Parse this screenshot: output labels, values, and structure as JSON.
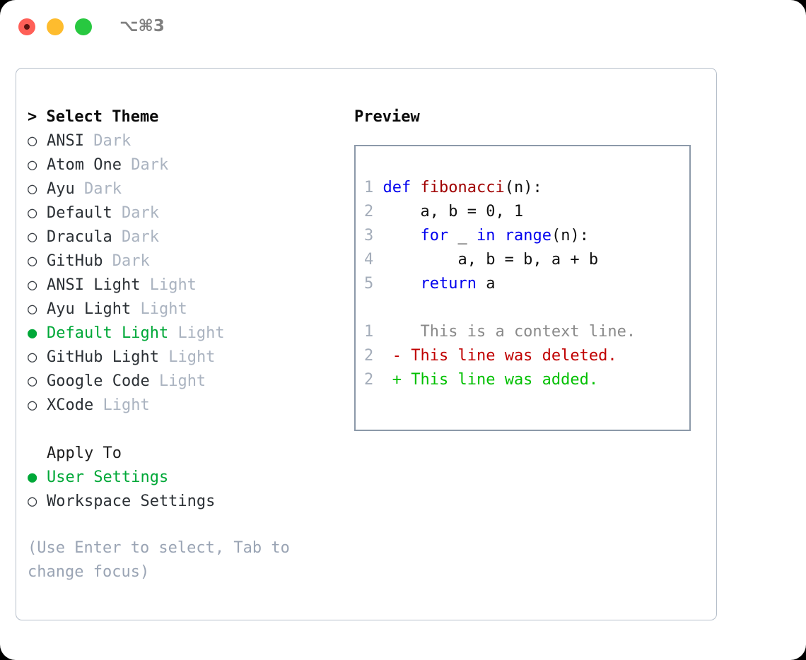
{
  "window": {
    "titlebar": {
      "traffic_lights": [
        {
          "name": "close",
          "color": "#ff5f57"
        },
        {
          "name": "minimize",
          "color": "#febc2e"
        },
        {
          "name": "maximize",
          "color": "#28c840"
        }
      ],
      "shortcut": "⌥⌘3"
    }
  },
  "theme_panel": {
    "header": "> Select Theme",
    "items": [
      {
        "marker": "○",
        "label": "ANSI",
        "variant": "Dark",
        "selected": false
      },
      {
        "marker": "○",
        "label": "Atom One",
        "variant": "Dark",
        "selected": false
      },
      {
        "marker": "○",
        "label": "Ayu",
        "variant": "Dark",
        "selected": false
      },
      {
        "marker": "○",
        "label": "Default",
        "variant": "Dark",
        "selected": false
      },
      {
        "marker": "○",
        "label": "Dracula",
        "variant": "Dark",
        "selected": false
      },
      {
        "marker": "○",
        "label": "GitHub",
        "variant": "Dark",
        "selected": false
      },
      {
        "marker": "○",
        "label": "ANSI Light",
        "variant": "Light",
        "selected": false
      },
      {
        "marker": "○",
        "label": "Ayu Light",
        "variant": "Light",
        "selected": false
      },
      {
        "marker": "●",
        "label": "Default Light",
        "variant": "Light",
        "selected": true
      },
      {
        "marker": "○",
        "label": "GitHub Light",
        "variant": "Light",
        "selected": false
      },
      {
        "marker": "○",
        "label": "Google Code",
        "variant": "Light",
        "selected": false
      },
      {
        "marker": "○",
        "label": "XCode",
        "variant": "Light",
        "selected": false
      }
    ],
    "apply_to": {
      "header": "Apply To",
      "items": [
        {
          "marker": "●",
          "label": "User Settings",
          "selected": true
        },
        {
          "marker": "○",
          "label": "Workspace Settings",
          "selected": false
        }
      ]
    },
    "hint": "(Use Enter to select, Tab to change focus)"
  },
  "preview": {
    "title": "Preview",
    "code_lines": [
      {
        "no": "1",
        "tokens": [
          {
            "t": "def ",
            "c": "kw"
          },
          {
            "t": "fibonacci",
            "c": "fn"
          },
          {
            "t": "(n):",
            "c": "plain"
          }
        ]
      },
      {
        "no": "2",
        "tokens": [
          {
            "t": "    a, b = 0, 1",
            "c": "plain"
          }
        ]
      },
      {
        "no": "3",
        "tokens": [
          {
            "t": "    ",
            "c": "plain"
          },
          {
            "t": "for",
            "c": "kw"
          },
          {
            "t": " _ ",
            "c": "plain"
          },
          {
            "t": "in",
            "c": "kw"
          },
          {
            "t": " ",
            "c": "plain"
          },
          {
            "t": "range",
            "c": "kw"
          },
          {
            "t": "(n):",
            "c": "plain"
          }
        ]
      },
      {
        "no": "4",
        "tokens": [
          {
            "t": "        a, b = b, a + b",
            "c": "plain"
          }
        ]
      },
      {
        "no": "5",
        "tokens": [
          {
            "t": "    ",
            "c": "plain"
          },
          {
            "t": "return",
            "c": "kw"
          },
          {
            "t": " a",
            "c": "plain"
          }
        ]
      }
    ],
    "diff_lines": [
      {
        "no": "1",
        "sign": " ",
        "text": "  This is a context line.",
        "kind": "context"
      },
      {
        "no": "2",
        "sign": "-",
        "text": " This line was deleted.",
        "kind": "del"
      },
      {
        "no": "2",
        "sign": "+",
        "text": " This line was added.",
        "kind": "add"
      }
    ]
  },
  "colors": {
    "accent_green": "#00a838",
    "keyword_blue": "#0000ee",
    "function_red": "#a00000",
    "diff_add": "#00c000",
    "diff_del": "#c00000",
    "muted": "#aab3c0"
  }
}
